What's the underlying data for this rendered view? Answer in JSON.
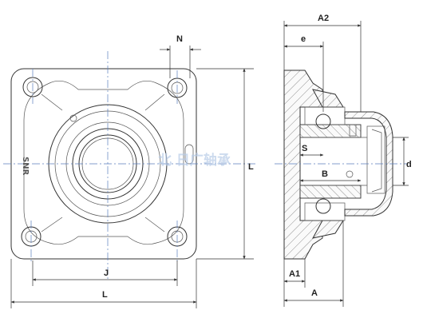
{
  "labels": {
    "A2": "A2",
    "N": "N",
    "e": "e",
    "L_vertical": "L",
    "S": "S",
    "B": "B",
    "d": "d",
    "J": "J",
    "L_horizontal": "L",
    "A1": "A1",
    "A": "A"
  },
  "brand": "SNR",
  "watermark": "北 日广轴承"
}
